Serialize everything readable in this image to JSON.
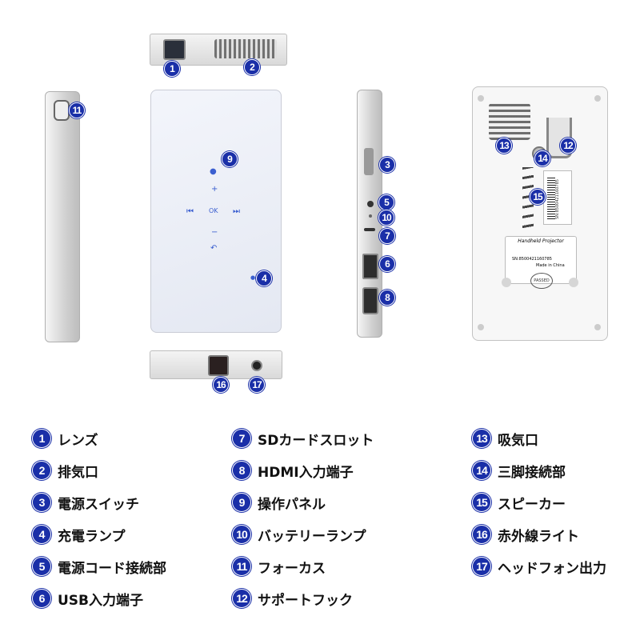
{
  "badges": {
    "b1": "1",
    "b2": "2",
    "b3": "3",
    "b4": "4",
    "b5": "5",
    "b6": "6",
    "b7": "7",
    "b8": "8",
    "b9": "9",
    "b10": "10",
    "b11": "11",
    "b12": "12",
    "b13": "13",
    "b14": "14",
    "b15": "15",
    "b16": "16",
    "b17": "17"
  },
  "panel_icons": {
    "up": "+",
    "down": "−",
    "left": "⏮",
    "right": "⏭",
    "ok": "OK",
    "power": "●",
    "back": "↶",
    "lamp": "●"
  },
  "label_plate": {
    "title": "Handheld Projector",
    "sn": "SN:8500421160785",
    "made": "Made in China",
    "serial": "SN:8500421160785",
    "stamp": "PASSED"
  },
  "legend": [
    {
      "num": "1",
      "text": "レンズ"
    },
    {
      "num": "2",
      "text": "排気口"
    },
    {
      "num": "3",
      "text": "電源スイッチ"
    },
    {
      "num": "4",
      "text": "充電ランプ"
    },
    {
      "num": "5",
      "text": "電源コード接続部"
    },
    {
      "num": "6",
      "text": "USB入力端子"
    },
    {
      "num": "7",
      "text": "SDカードスロット"
    },
    {
      "num": "8",
      "text": "HDMI入力端子"
    },
    {
      "num": "9",
      "text": "操作パネル"
    },
    {
      "num": "10",
      "text": "バッテリーランプ"
    },
    {
      "num": "11",
      "text": "フォーカス"
    },
    {
      "num": "12",
      "text": "サポートフック"
    },
    {
      "num": "13",
      "text": "吸気口"
    },
    {
      "num": "14",
      "text": "三脚接続部"
    },
    {
      "num": "15",
      "text": "スピーカー"
    },
    {
      "num": "16",
      "text": "赤外線ライト"
    },
    {
      "num": "17",
      "text": "ヘッドフォン出力"
    }
  ]
}
